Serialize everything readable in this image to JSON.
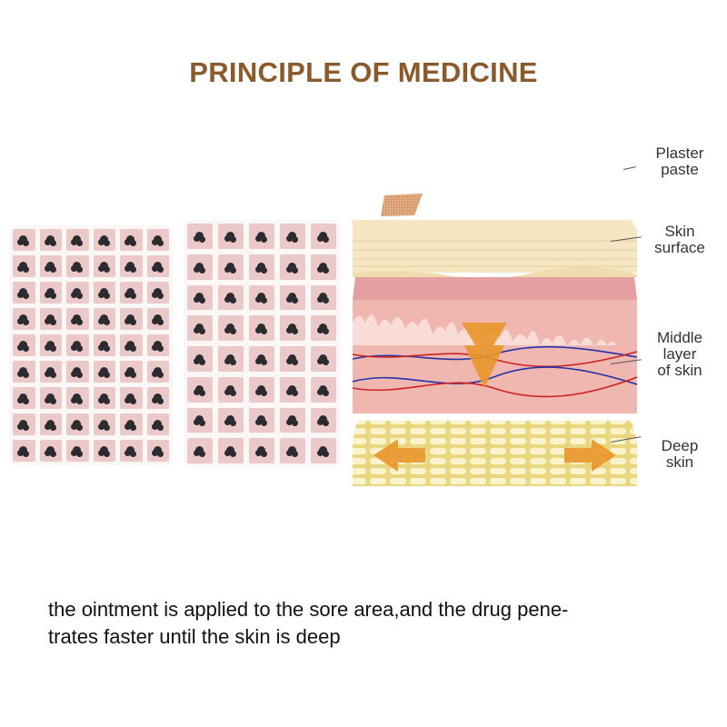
{
  "title": "PRINCIPLE OF MEDICINE",
  "patch_sheets": [
    {
      "rows": 9,
      "cols": 6
    },
    {
      "rows": 8,
      "cols": 5
    }
  ],
  "labels": {
    "plaster": [
      "Plaster",
      "paste"
    ],
    "surface": [
      "Skin",
      "surface"
    ],
    "middle": [
      "Middle",
      "layer",
      "of skin"
    ],
    "deep": [
      "Deep",
      "skin"
    ]
  },
  "caption": [
    "the ointment is applied to the sore area,and the drug pene-",
    "trates faster until the skin is deep"
  ],
  "colors": {
    "title": "#8b5a2b",
    "patch": "#ecc9c9",
    "arrow": "#e8962a"
  }
}
